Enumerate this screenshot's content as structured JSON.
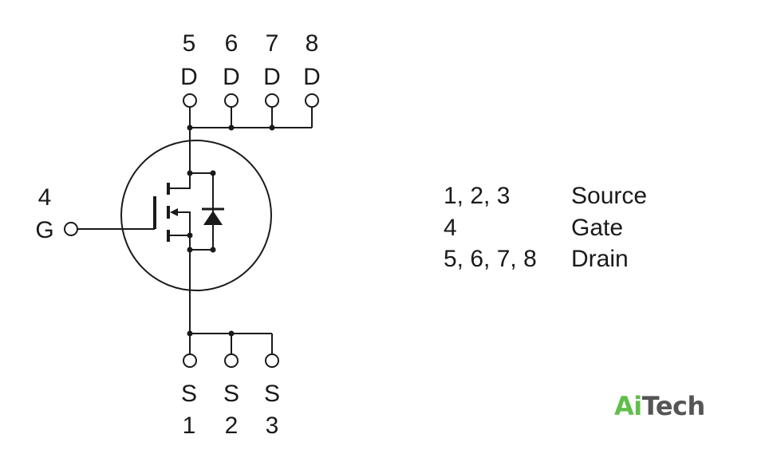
{
  "drain_pins": [
    {
      "number": "5",
      "letter": "D"
    },
    {
      "number": "6",
      "letter": "D"
    },
    {
      "number": "7",
      "letter": "D"
    },
    {
      "number": "8",
      "letter": "D"
    }
  ],
  "gate_pin": {
    "number": "4",
    "letter": "G"
  },
  "source_pins": [
    {
      "number": "1",
      "letter": "S"
    },
    {
      "number": "2",
      "letter": "S"
    },
    {
      "number": "3",
      "letter": "S"
    }
  ],
  "legend": [
    {
      "pins": "1, 2, 3",
      "function": "Source"
    },
    {
      "pins": "4",
      "function": "Gate"
    },
    {
      "pins": "5, 6, 7, 8",
      "function": "Drain"
    }
  ],
  "logo": {
    "part1": "Ai",
    "part2": "Tech"
  },
  "colors": {
    "line": "#1a1a1a",
    "logo_accent": "#5fbf4a",
    "logo_text": "#555555"
  }
}
